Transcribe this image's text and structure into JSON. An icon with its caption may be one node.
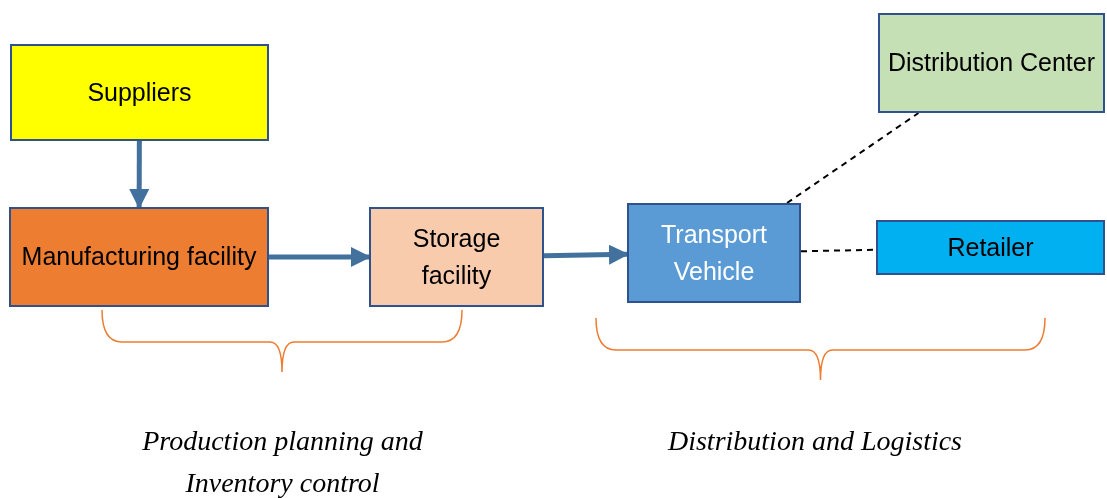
{
  "diagram": {
    "nodes": [
      {
        "text": [
          "Suppliers"
        ]
      },
      {
        "text": [
          "Manufacturing facility"
        ]
      },
      {
        "text": [
          "Storage facility"
        ]
      },
      {
        "text": [
          "Transport Vehicle"
        ]
      },
      {
        "text": [
          "Distribution Center"
        ]
      },
      {
        "text": [
          "Retailer"
        ]
      }
    ],
    "edges": [
      {
        "from": 0,
        "to": 1,
        "arrow": "to"
      },
      {
        "from": 1,
        "to": 2,
        "arrow": "to"
      },
      {
        "from": 2,
        "to": 3,
        "arrow": "to"
      },
      {
        "from": 3,
        "to": 4,
        "arrow": "none",
        "style": "dashed",
        "color": "#000000"
      },
      {
        "from": 3,
        "to": 5,
        "arrow": "none",
        "style": "dashed",
        "color": "#000000"
      }
    ],
    "labels": [
      "Production planning and Inventory control",
      "Distribution and Logistics"
    ]
  }
}
